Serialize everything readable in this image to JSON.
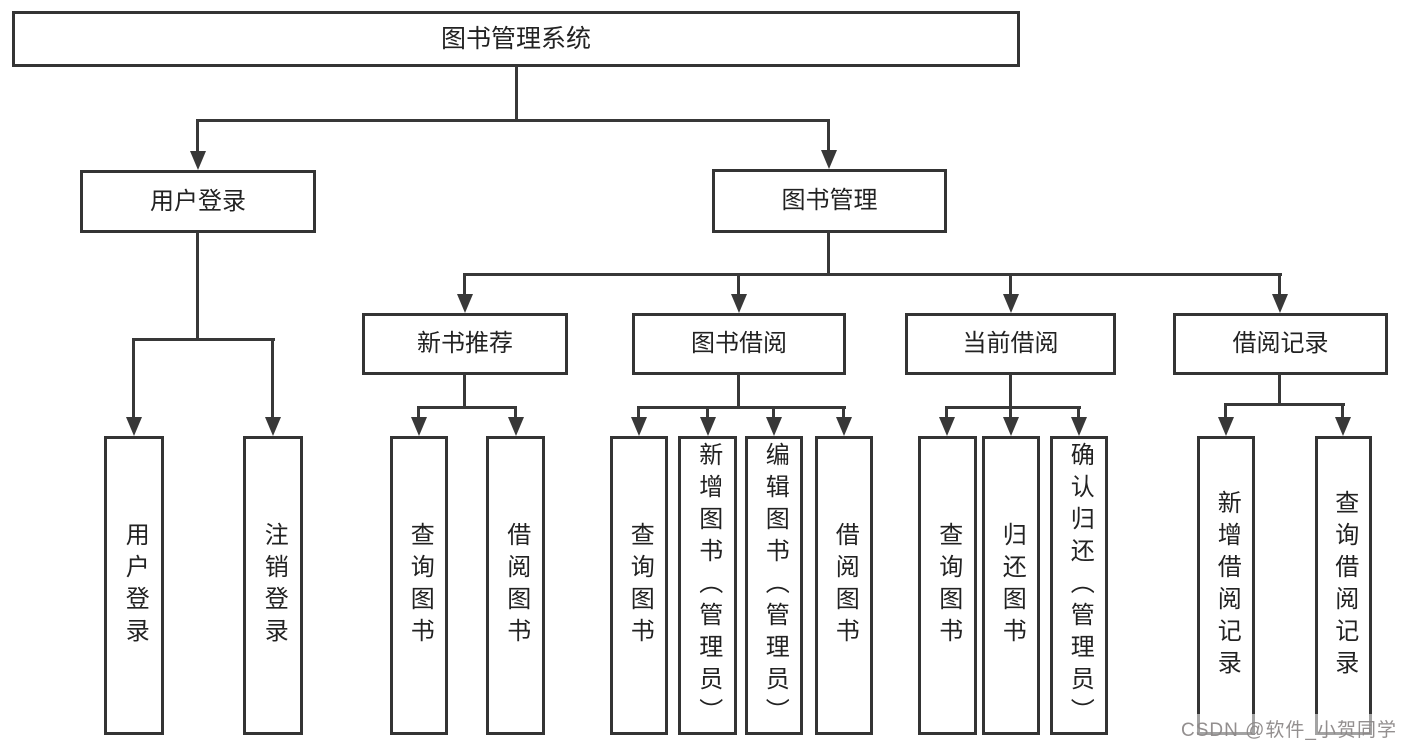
{
  "diagram_title": "图书管理系统",
  "tree": {
    "label": "图书管理系统",
    "children": [
      {
        "label": "用户登录",
        "children": [
          {
            "label": "用户登录"
          },
          {
            "label": "注销登录"
          }
        ]
      },
      {
        "label": "图书管理",
        "children": [
          {
            "label": "新书推荐",
            "children": [
              {
                "label": "查询图书"
              },
              {
                "label": "借阅图书"
              }
            ]
          },
          {
            "label": "图书借阅",
            "children": [
              {
                "label": "查询图书"
              },
              {
                "label": "新增图书（管理员）"
              },
              {
                "label": "编辑图书（管理员）"
              },
              {
                "label": "借阅图书"
              }
            ]
          },
          {
            "label": "当前借阅",
            "children": [
              {
                "label": "查询图书"
              },
              {
                "label": "归还图书"
              },
              {
                "label": "确认归还（管理员）"
              }
            ]
          },
          {
            "label": "借阅记录",
            "children": [
              {
                "label": "新增借阅记录"
              },
              {
                "label": "查询借阅记录"
              }
            ]
          }
        ]
      }
    ]
  },
  "watermark": {
    "text": "CSDN @软件_小贺同学"
  },
  "colors": {
    "line": "#383838",
    "box_border": "#343434",
    "text": "#222222",
    "background": "#ffffff",
    "watermark": "#8d8989"
  }
}
